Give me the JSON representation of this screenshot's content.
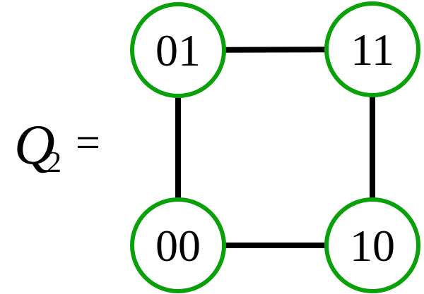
{
  "equation": {
    "symbol": "Q",
    "subscript": "2",
    "equals": "="
  },
  "graph": {
    "type": "undirected-graph",
    "nodes": [
      {
        "id": "01",
        "label": "01",
        "position": "top-left"
      },
      {
        "id": "11",
        "label": "11",
        "position": "top-right"
      },
      {
        "id": "00",
        "label": "00",
        "position": "bottom-left"
      },
      {
        "id": "10",
        "label": "10",
        "position": "bottom-right"
      }
    ],
    "edges": [
      {
        "from": "01",
        "to": "11"
      },
      {
        "from": "11",
        "to": "10"
      },
      {
        "from": "00",
        "to": "10"
      },
      {
        "from": "01",
        "to": "00"
      }
    ]
  },
  "colors": {
    "node_stroke": "#0aa00a",
    "node_fill": "#ffffff",
    "edge": "#000000",
    "text": "#000000",
    "background": "#ffffff"
  }
}
